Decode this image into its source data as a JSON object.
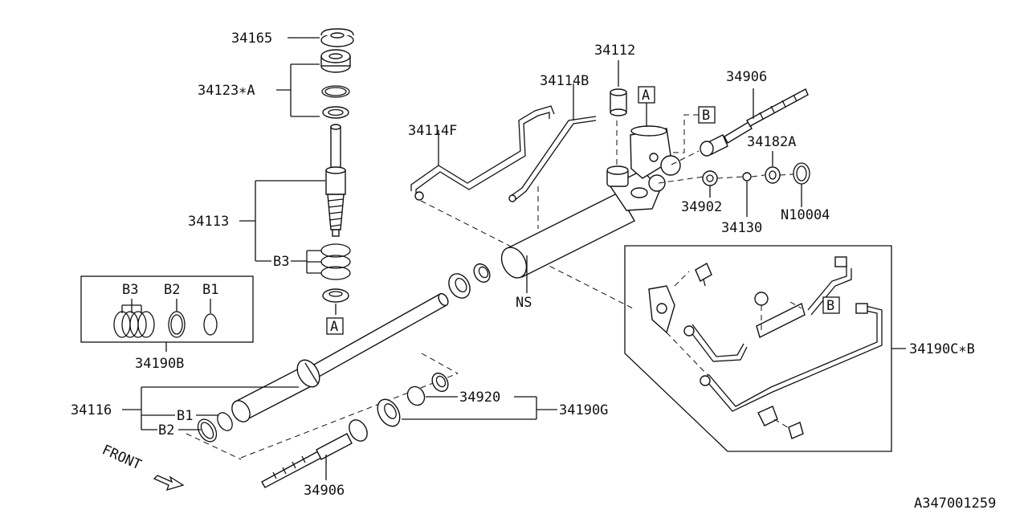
{
  "labels": {
    "p34165": "34165",
    "p34123": "34123∗A",
    "p34113": "34113",
    "p34113_b3": "B3",
    "p34112": "34112",
    "p34114b": "34114B",
    "p34114f": "34114F",
    "p34906_top": "34906",
    "p34182a": "34182A",
    "p34902": "34902",
    "p34130": "34130",
    "pN10004": "N10004",
    "pNS": "NS",
    "p34190b": "34190B",
    "p34116": "34116",
    "p34116_b1": "B1",
    "p34116_b2": "B2",
    "p34920": "34920",
    "p34190g": "34190G",
    "p34906_bottom": "34906",
    "p34190c": "34190C∗B",
    "front": "FRONT",
    "ref": "A347001259"
  },
  "markers": {
    "a_lower": "A",
    "a_upper": "A",
    "b_upper": "B",
    "b_inset": "B"
  },
  "kit_box": {
    "b3": "B3",
    "b2": "B2",
    "b1": "B1"
  }
}
